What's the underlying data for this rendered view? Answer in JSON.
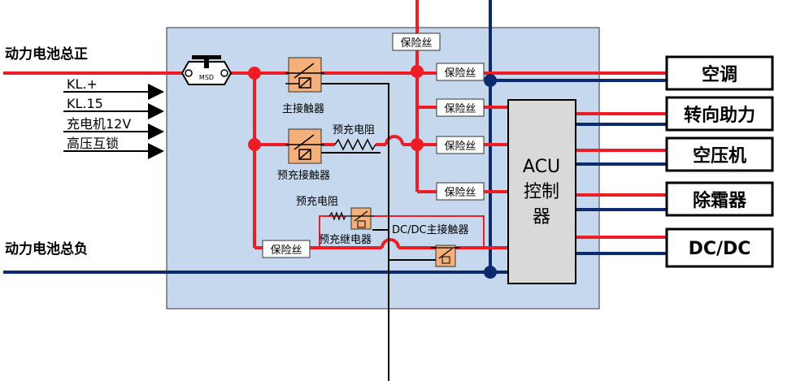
{
  "inputs": {
    "positive_bus": "动力电池总正",
    "negative_bus": "动力电池总负",
    "signals": [
      "KL.+",
      "KL.15",
      "充电机12V",
      "高压互锁"
    ]
  },
  "components": {
    "msd": "MSD",
    "main_contactor": "主接触器",
    "precharge_contactor": "预充接触器",
    "precharge_resistor_1": "预充电阻",
    "precharge_resistor_2": "预充电阻",
    "precharge_relay": "预充继电器",
    "dcdc_contactor": "DC/DC主接触器",
    "acu_line1": "ACU",
    "acu_line2": "控制",
    "acu_line3": "器"
  },
  "fuses": [
    "保险丝",
    "保险丝",
    "保险丝",
    "保险丝",
    "保险丝",
    "保险丝"
  ],
  "loads": [
    "空调",
    "转向助力",
    "空压机",
    "除霜器",
    "DC/DC"
  ],
  "colors": {
    "positive": "#ee1c25",
    "negative": "#0d2a6e",
    "box_fill": "#c5d8ee",
    "contactor_fill": "#f5b07a"
  }
}
